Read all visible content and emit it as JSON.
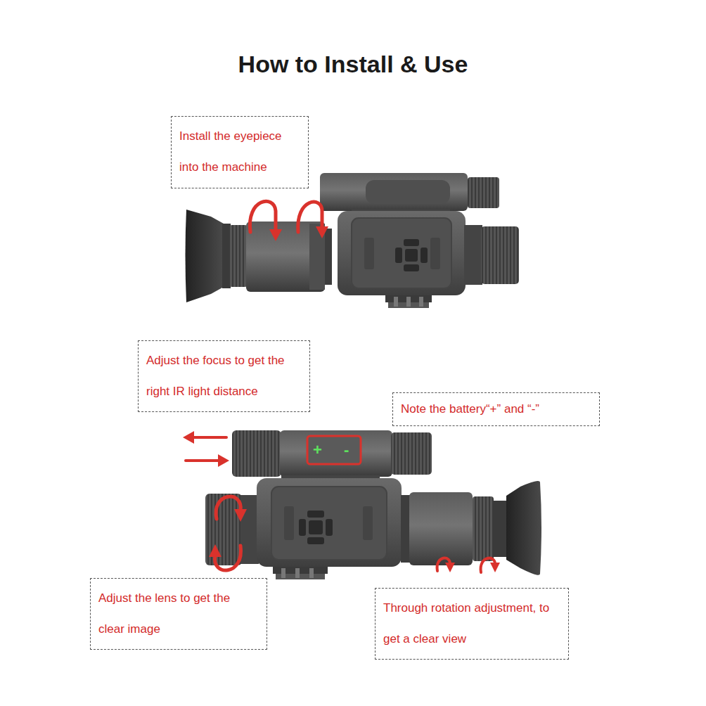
{
  "diagram": {
    "title": "How to Install & Use",
    "nodes": [
      {
        "text": [
          "Install the eyepiece into the machine"
        ]
      },
      {
        "text": [
          "Adjust the focus to get the right IR light distance"
        ]
      },
      {
        "text": [
          "Note the battery“+” and “-”"
        ]
      },
      {
        "text": [
          "Adjust the lens to get the clear image"
        ]
      },
      {
        "text": [
          "Through rotation adjustment, to get a clear view"
        ]
      }
    ],
    "labels": [
      "+",
      "-"
    ]
  }
}
